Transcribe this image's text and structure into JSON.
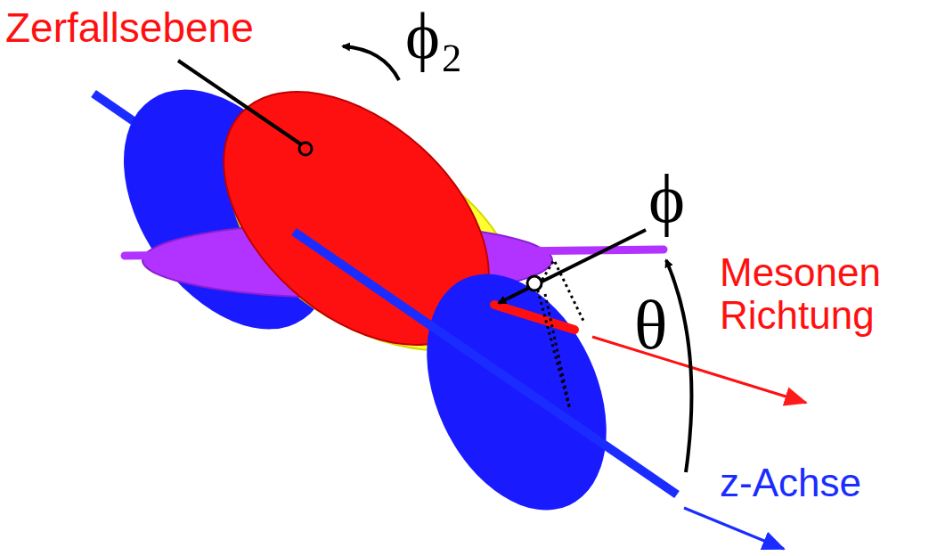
{
  "diagram": {
    "labels": [
      "Zerfallsebene",
      "ϕ₂",
      "ϕ",
      "θ",
      "Mesonen Richtung",
      "z-Achse"
    ]
  }
}
